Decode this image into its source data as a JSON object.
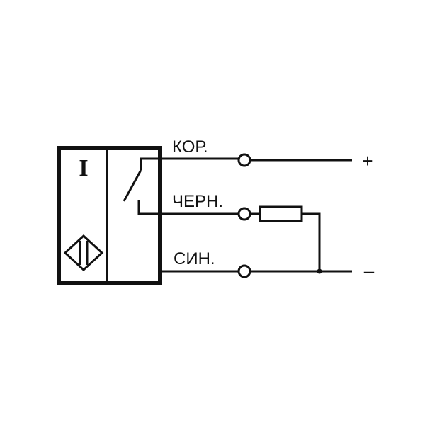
{
  "sensor": {
    "type_mark": "I",
    "symbol": "inductive-sensor-diamond-icon"
  },
  "wires": [
    {
      "label": "КОР.",
      "polarity": "+"
    },
    {
      "label": "ЧЕРН.",
      "polarity": ""
    },
    {
      "label": "СИН.",
      "polarity": "–"
    }
  ],
  "colors": {
    "line": "#111111",
    "background": "#ffffff"
  }
}
